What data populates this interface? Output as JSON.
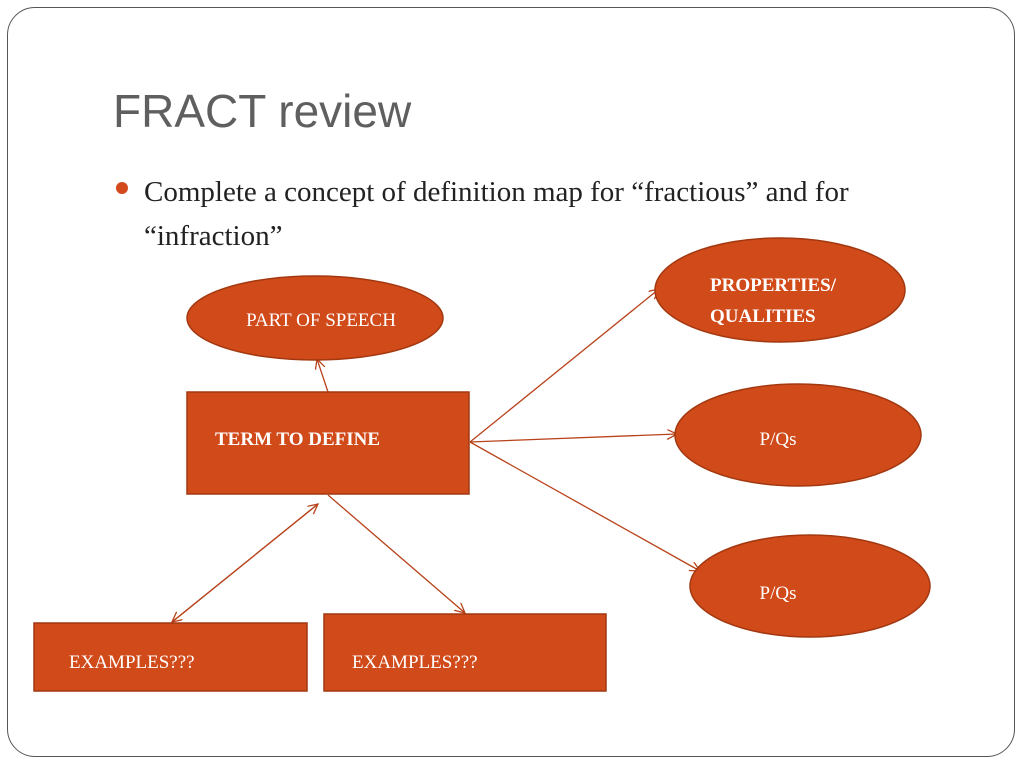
{
  "slide": {
    "title": "FRACT review",
    "bullet": "Complete a concept of definition map for “fractious” and for “infraction”"
  },
  "diagram": {
    "center": "TERM TO DEFINE",
    "part_of_speech": "PART OF SPEECH",
    "properties_line1": "PROPERTIES/",
    "properties_line2": "QUALITIES",
    "pq_1": "P/Qs",
    "pq_2": "P/Qs",
    "example_1": "EXAMPLES???",
    "example_2": "EXAMPLES???"
  },
  "colors": {
    "shape_fill": "#d04a1a",
    "shape_border": "#a33810",
    "arrow": "#b8421a",
    "bullet": "#d24a1b",
    "title": "#5f5f5f"
  }
}
